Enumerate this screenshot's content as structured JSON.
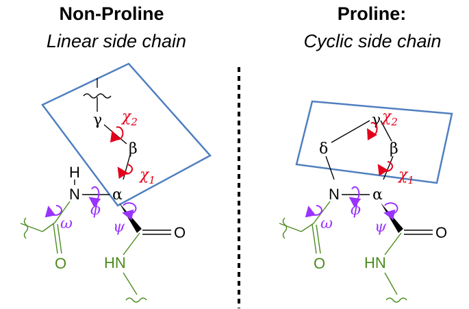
{
  "left": {
    "title": "Non-Proline",
    "subtitle": "Linear side chain",
    "atoms": {
      "H": "H",
      "N": "N",
      "alpha": "α",
      "beta": "β",
      "gamma": "γ",
      "O_left": "O",
      "O_right": "O",
      "HN": "HN"
    },
    "angles": {
      "chi2": "χ",
      "chi2_sub": "2",
      "chi1": "χ",
      "chi1_sub": "1",
      "phi": "ϕ",
      "psi": "ψ",
      "omega": "ω"
    }
  },
  "right": {
    "title": "Proline:",
    "subtitle": "Cyclic side chain",
    "atoms": {
      "N": "N",
      "alpha": "α",
      "beta": "β",
      "gamma": "γ",
      "delta": "δ",
      "O_left": "O",
      "O_right": "O",
      "HN": "HN"
    },
    "angles": {
      "chi2": "χ",
      "chi2_sub": "2",
      "chi1": "χ",
      "chi1_sub": "1",
      "phi": "ϕ",
      "psi": "ψ",
      "omega": "ω"
    }
  },
  "colors": {
    "plane": "#4f7fbf",
    "red": "#e3001b",
    "purple": "#9933ff",
    "green": "#4a8a1c",
    "bond": "#000000"
  }
}
